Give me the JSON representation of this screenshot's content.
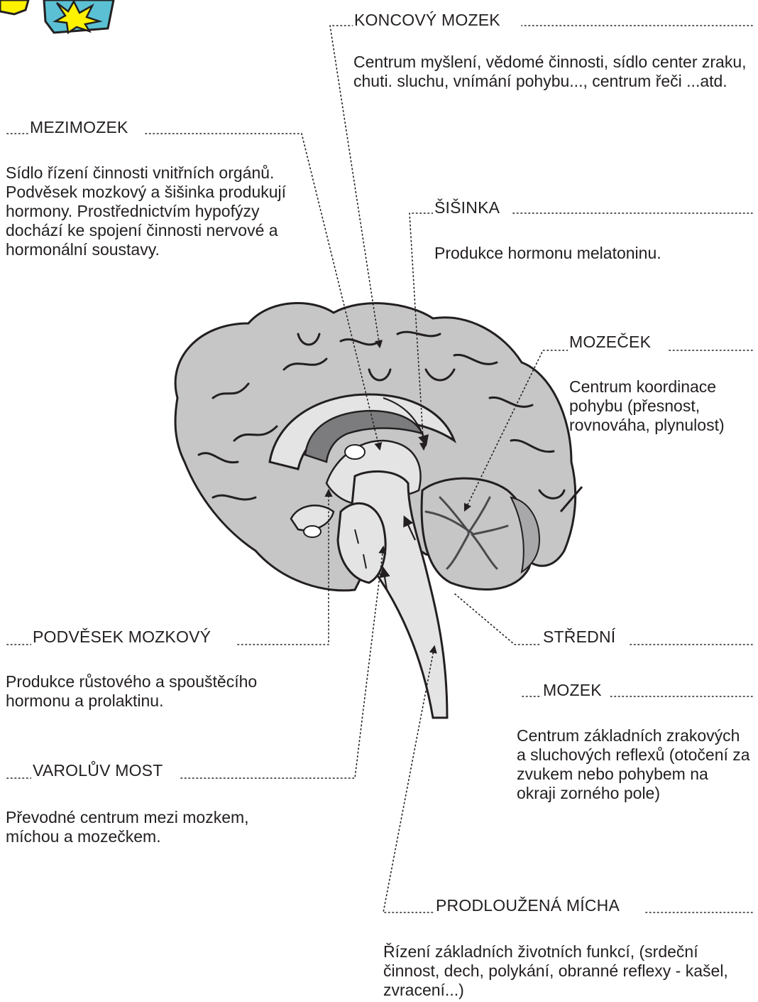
{
  "colors": {
    "brain_fill": "#c6c6c7",
    "brain_light": "#e4e4e5",
    "brain_dark": "#7c7c7e",
    "outline": "#231f20",
    "icon_yellow": "#fff200",
    "icon_teal": "#5bc0d3"
  },
  "icons": {
    "corner": "star-burst-icon"
  },
  "labels": {
    "koncovy": {
      "title": "KONCOVÝ MOZEK",
      "desc": "Centrum myšlení, vědomé činnosti, sídlo center zraku, chuti. sluchu, vnímání pohybu..., centrum řeči ...atd."
    },
    "mezimozek": {
      "title": "MEZIMOZEK",
      "desc": "Sídlo řízení činnosti vnitřních orgánů. Podvěsek mozkový a šišinka produkují hormony. Prostřednictvím hypofýzy dochází ke spojení činnosti nervové a hormonální soustavy."
    },
    "sisinka": {
      "title": "ŠIŠINKA",
      "desc": "Produkce hormonu melatoninu."
    },
    "mozecek": {
      "title": "MOZEČEK",
      "desc": "Centrum koordinace pohybu (přesnost, rovnováha, plynulost)"
    },
    "podvesek": {
      "title": "PODVĚSEK MOZKOVÝ",
      "desc": "Produkce růstového a spouštěcího hormonu a prolaktinu."
    },
    "stredni": {
      "title_line1": "STŘEDNÍ",
      "title_line2": "MOZEK",
      "desc": "Centrum základních zrakových a sluchových reflexů (otočení za zvukem nebo pohybem na okraji zorného pole)"
    },
    "varoluv": {
      "title": "VAROLŮV MOST",
      "desc": "Převodné centrum mezi mozkem, míchou a mozečkem."
    },
    "prodlouzena": {
      "title": "PRODLOUŽENÁ MÍCHA",
      "desc": "Řízení základních životních funkcí, (srdeční činnost, dech, polykání, obranné reflexy - kašel, zvracení...)"
    }
  }
}
